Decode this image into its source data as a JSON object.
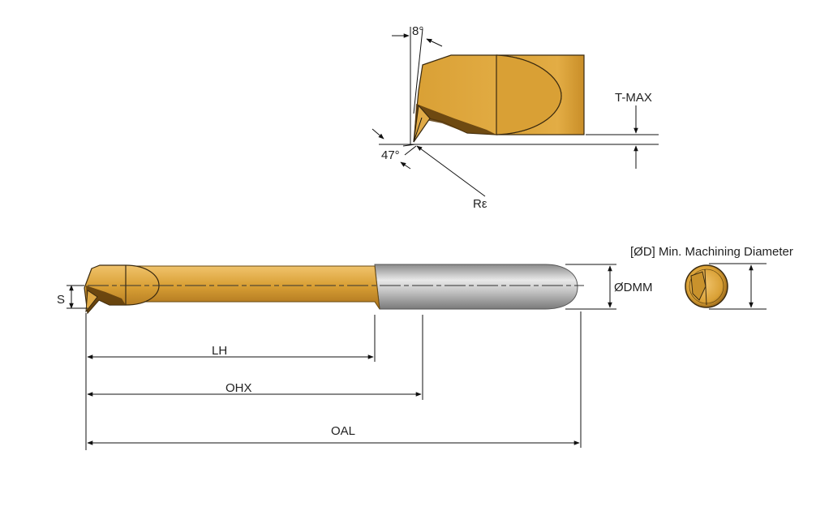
{
  "colors": {
    "gold": "#d9a035",
    "gold_light": "#edc068",
    "gold_dark": "#8a5a12",
    "carbide": "#a9a9a9",
    "carbide_light": "#e6e6e6",
    "carbide_dark": "#7a7a7a",
    "line": "#111111"
  },
  "top_view": {
    "angle_top": "8°",
    "angle_bottom": "47°",
    "corner_radius": "Rε",
    "t_max": "T-MAX"
  },
  "side_view": {
    "s": "S",
    "lh": "LH",
    "ohx": "OHX",
    "oal": "OAL",
    "dmm": "ØDMM"
  },
  "end_view": {
    "min_diameter": "[ØD] Min. Machining Diameter"
  }
}
